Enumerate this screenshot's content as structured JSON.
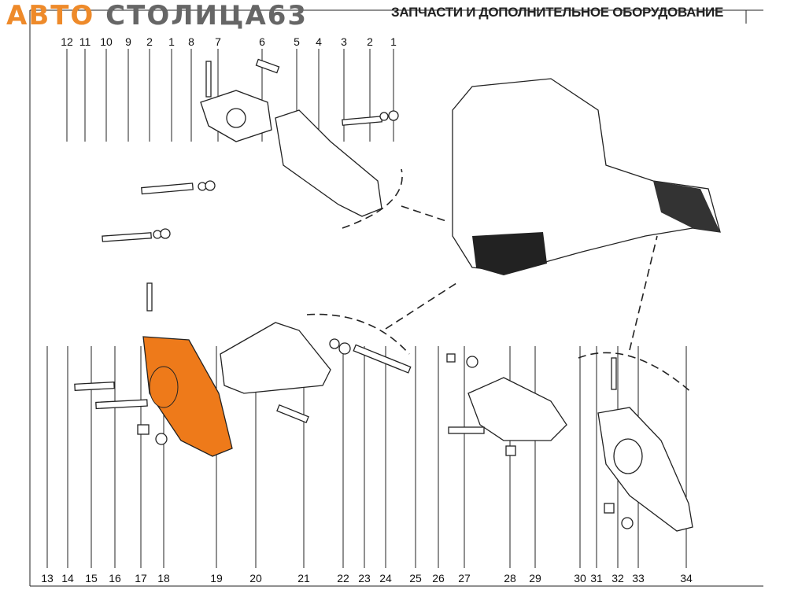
{
  "header": {
    "logo_part1": "АВТО",
    "logo_part2": "СТОЛИЦА63",
    "tagline": "ЗАПЧАСТИ И ДОПОЛНИТЕЛЬНОЕ ОБОРУДОВАНИЕ"
  },
  "colors": {
    "brand_orange": "#ee8a2a",
    "highlight_part": "#ee7a1a"
  },
  "top_callouts": [
    "12",
    "11",
    "10",
    "9",
    "2",
    "1",
    "8",
    "7",
    "6",
    "5",
    "4",
    "3",
    "2",
    "1"
  ],
  "bottom_callouts": [
    "13",
    "14",
    "15",
    "16",
    "17",
    "18",
    "19",
    "20",
    "21",
    "22",
    "23",
    "24",
    "25",
    "26",
    "27",
    "28",
    "29",
    "30",
    "31",
    "32",
    "33",
    "34"
  ],
  "highlighted_part": "19"
}
